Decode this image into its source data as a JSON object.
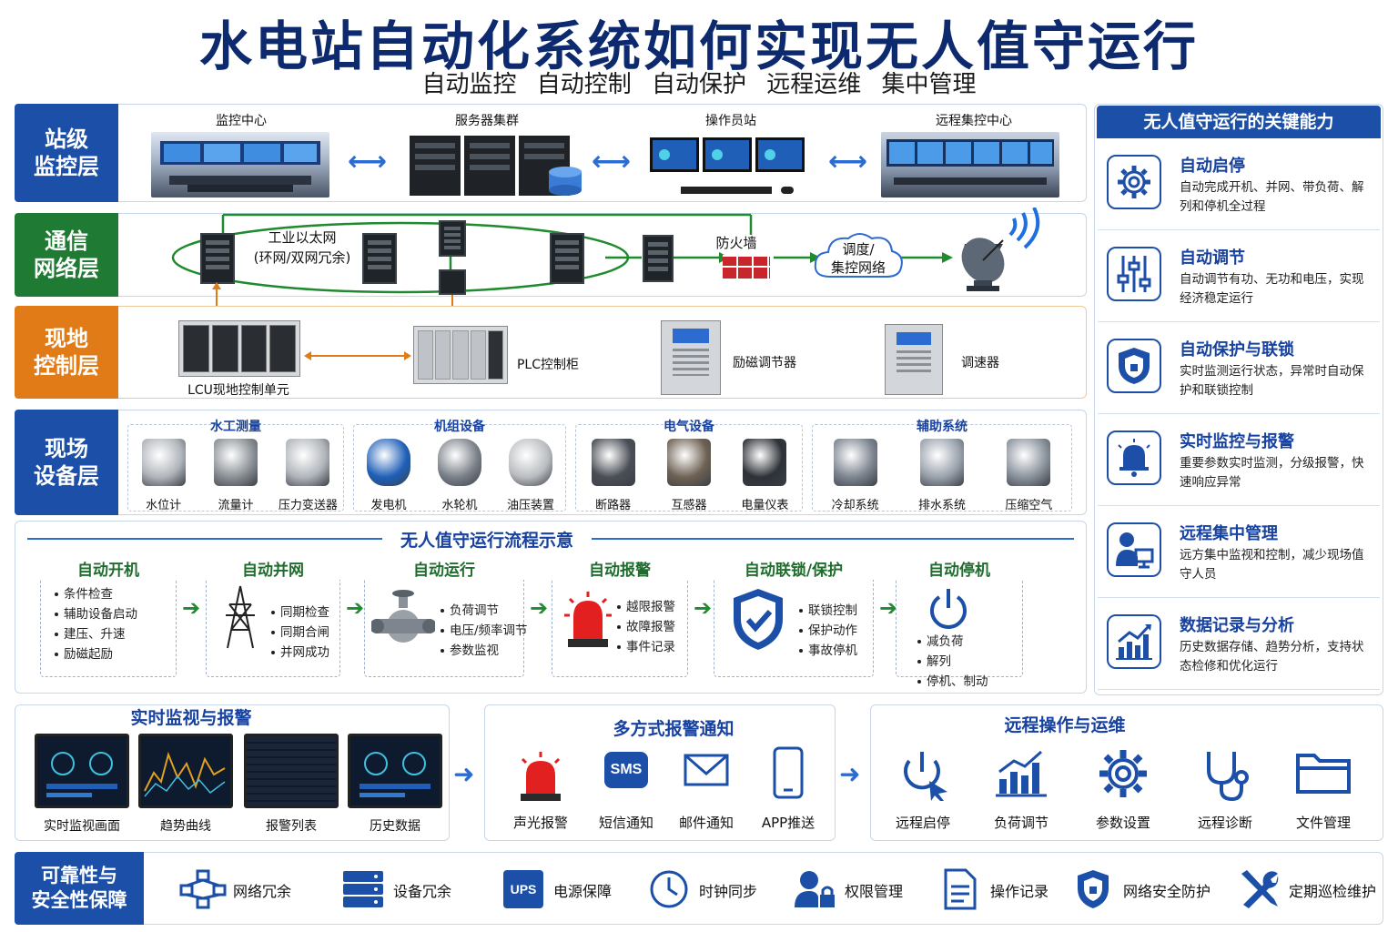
{
  "title": "水电站自动化系统如何实现无人值守运行",
  "subtitle": "自动监控  自动控制  自动保护  远程运维  集中管理",
  "layers": {
    "station": {
      "tag": "站级\n监控层",
      "color": "#1b4fa8",
      "items": [
        "监控中心",
        "服务器集群",
        "操作员站",
        "远程集控中心"
      ]
    },
    "network": {
      "tag": "通信\n网络层",
      "color": "#1f7a33",
      "ethernet": "工业以太网\n(环网/双网冗余)",
      "firewall": "防火墙",
      "dispatch": "调度/\n集控网络"
    },
    "control": {
      "tag": "现地\n控制层",
      "color": "#e07b18",
      "items": [
        "LCU现地控制单元",
        "PLC控制柜",
        "励磁调节器",
        "调速器"
      ]
    },
    "field": {
      "tag": "现场\n设备层",
      "color": "#1b4fa8",
      "groups": [
        {
          "title": "水工测量",
          "items": [
            "水位计",
            "流量计",
            "压力变送器"
          ]
        },
        {
          "title": "机组设备",
          "items": [
            "发电机",
            "水轮机",
            "油压装置"
          ]
        },
        {
          "title": "电气设备",
          "items": [
            "断路器",
            "互感器",
            "电量仪表"
          ]
        },
        {
          "title": "辅助系统",
          "items": [
            "冷却系统",
            "排水系统",
            "压缩空气"
          ]
        }
      ]
    }
  },
  "flow": {
    "title": "无人值守运行流程示意",
    "steps": [
      {
        "title": "自动开机",
        "bullets": [
          "条件检查",
          "辅助设备启动",
          "建压、升速",
          "励磁起励"
        ]
      },
      {
        "title": "自动并网",
        "bullets": [
          "同期检查",
          "同期合闸",
          "并网成功"
        ]
      },
      {
        "title": "自动运行",
        "bullets": [
          "负荷调节",
          "电压/频率调节",
          "参数监视"
        ]
      },
      {
        "title": "自动报警",
        "bullets": [
          "越限报警",
          "故障报警",
          "事件记录"
        ]
      },
      {
        "title": "自动联锁/保护",
        "bullets": [
          "联锁控制",
          "保护动作",
          "事故停机"
        ]
      },
      {
        "title": "自动停机",
        "bullets": [
          "减负荷",
          "解列",
          "停机、制动"
        ]
      }
    ]
  },
  "capabilities": {
    "title": "无人值守运行的关键能力",
    "items": [
      {
        "title": "自动启停",
        "desc": "自动完成开机、并网、带负荷、解列和停机全过程",
        "icon": "gear-icon"
      },
      {
        "title": "自动调节",
        "desc": "自动调节有功、无功和电压，实现经济稳定运行",
        "icon": "sliders-icon"
      },
      {
        "title": "自动保护与联锁",
        "desc": "实时监测运行状态，异常时自动保护和联锁控制",
        "icon": "shield-icon"
      },
      {
        "title": "实时监控与报警",
        "desc": "重要参数实时监测，分级报警，快速响应异常",
        "icon": "bell-icon"
      },
      {
        "title": "远程集中管理",
        "desc": "远方集中监视和控制，减少现场值守人员",
        "icon": "user-monitor-icon"
      },
      {
        "title": "数据记录与分析",
        "desc": "历史数据存储、趋势分析，支持状态检修和优化运行",
        "icon": "bar-chart-icon"
      }
    ]
  },
  "monitor": {
    "title": "实时监视与报警",
    "items": [
      "实时监视画面",
      "趋势曲线",
      "报警列表",
      "历史数据"
    ]
  },
  "notify": {
    "title": "多方式报警通知",
    "items": [
      "声光报警",
      "短信通知",
      "邮件通知",
      "APP推送"
    ],
    "sms": "SMS"
  },
  "remote": {
    "title": "远程操作与运维",
    "items": [
      "远程启停",
      "负荷调节",
      "参数设置",
      "远程诊断",
      "文件管理"
    ]
  },
  "reliability": {
    "tag": "可靠性与\n安全性保障",
    "ups": "UPS",
    "items": [
      "网络冗余",
      "设备冗余",
      "电源保障",
      "时钟同步",
      "权限管理",
      "操作记录",
      "网络安全防护",
      "定期巡检维护"
    ]
  },
  "colors": {
    "navy": "#0d2a6e",
    "blue": "#1b4fa8",
    "green": "#1f7a33",
    "orange": "#e07b18",
    "red": "#d21f1f"
  }
}
